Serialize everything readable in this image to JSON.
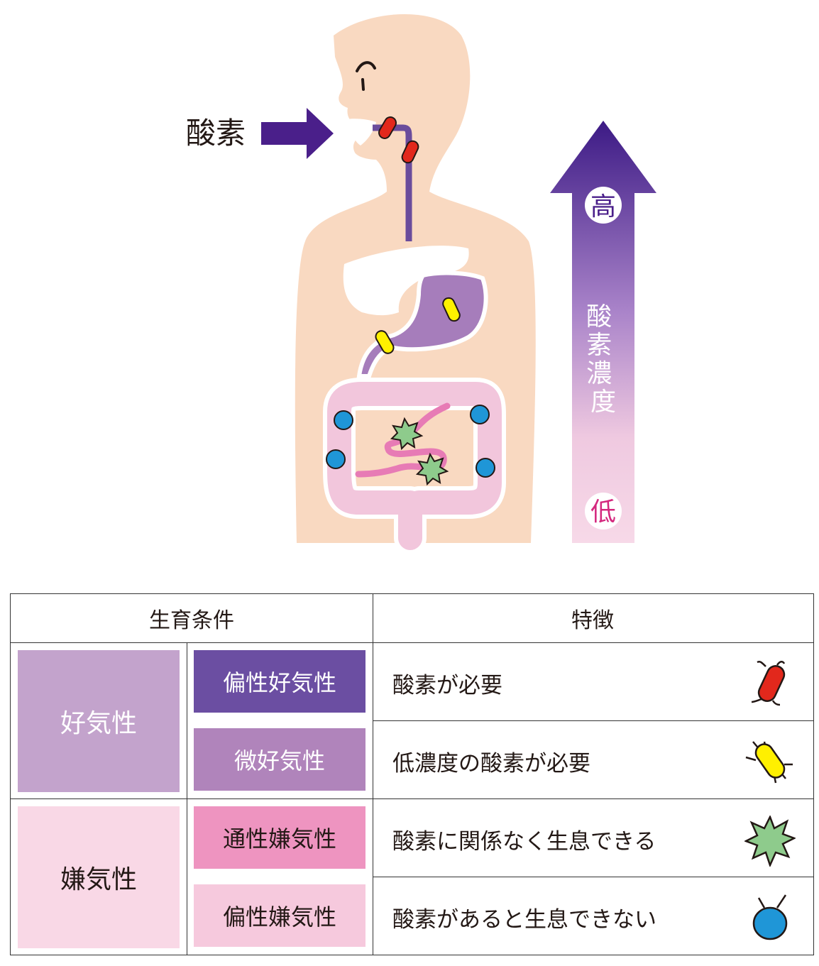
{
  "figure": {
    "oxygen_label": "酸素",
    "gradient_high": "高",
    "gradient_low": "低",
    "gradient_caption": "酸素濃度",
    "colors": {
      "skin": "#f9d9c1",
      "arrow_purple": "#4a1f8a",
      "pale_pink": "#f7d6e6",
      "tract_purple": "#a580bb",
      "intestine_pink": "#f2c6dc",
      "small_intestine": "#e77bb5"
    }
  },
  "table": {
    "header_condition": "生育条件",
    "header_feature": "特徴",
    "groups": [
      {
        "label": "好気性",
        "color": "#c3a3cc"
      },
      {
        "label": "嫌気性",
        "color": "#f9d8e6"
      }
    ],
    "rows": [
      {
        "sub": "偏性好気性",
        "sub_color": "#6b4ea2",
        "sub_text_color": "#ffffff",
        "feature": "酸素が必要",
        "icon": "red-bacterium-icon"
      },
      {
        "sub": "微好気性",
        "sub_color": "#b084bb",
        "sub_text_color": "#ffffff",
        "feature": "低濃度の酸素が必要",
        "icon": "yellow-bacterium-icon"
      },
      {
        "sub": "通性嫌気性",
        "sub_color": "#ee94c0",
        "sub_text_color": "#231815",
        "feature": "酸素に関係なく生息できる",
        "icon": "green-spiky-bacterium-icon"
      },
      {
        "sub": "偏性嫌気性",
        "sub_color": "#f6c9dd",
        "sub_text_color": "#231815",
        "feature": "酸素があると生息できない",
        "icon": "blue-round-bacterium-icon"
      }
    ]
  }
}
